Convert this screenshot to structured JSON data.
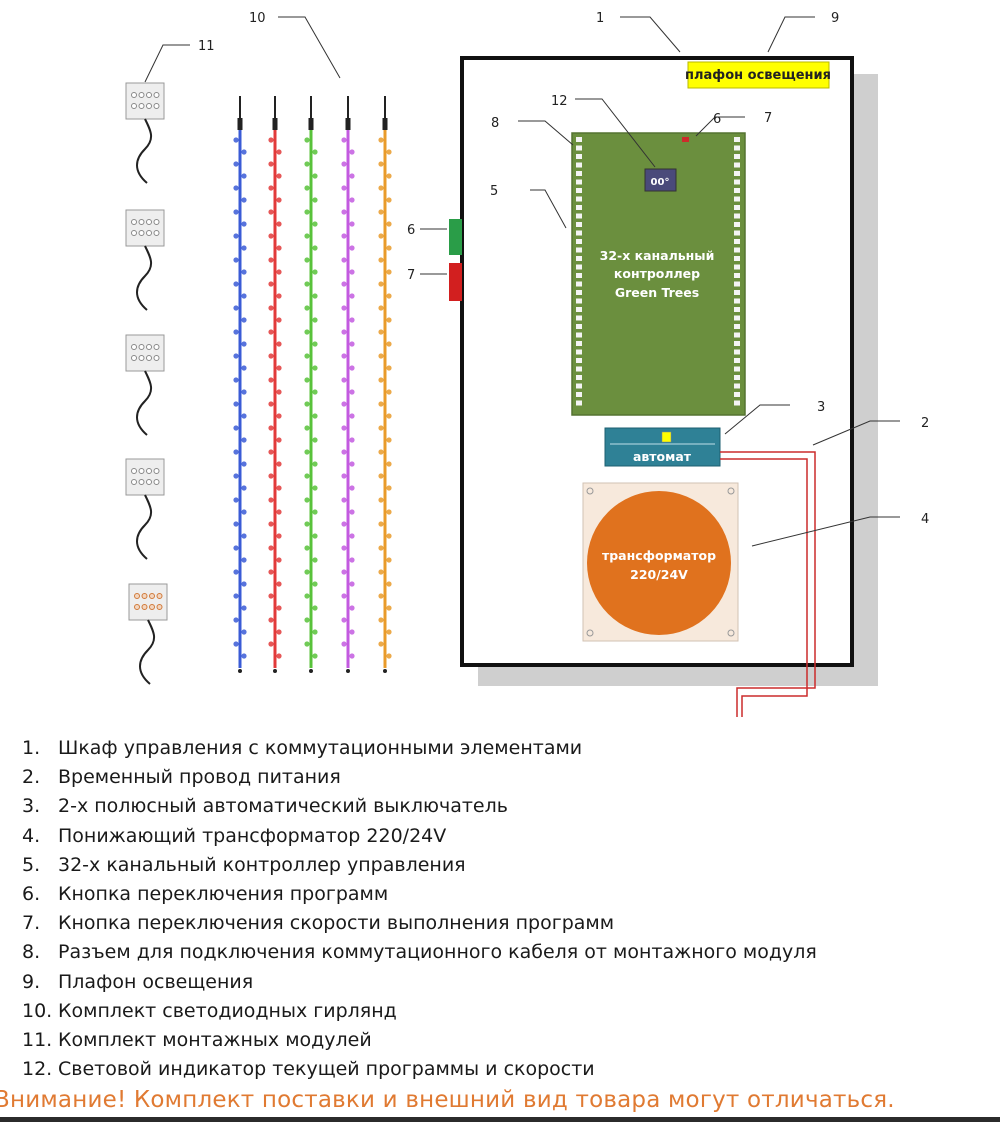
{
  "colors": {
    "controller": "#6b8f3e",
    "breaker": "#2f8196",
    "transformer_disc": "#e0721e",
    "transformer_plate": "#f7e9dc",
    "lamp_label_bg": "#ffff00",
    "button_green": "#2a9d48",
    "button_red": "#d21f1f",
    "power_wire": "#cc2b2b",
    "notice": "#e07a32"
  },
  "strip_colors": [
    "#3a5bd6",
    "#e23a3a",
    "#58c23a",
    "#c35ae0",
    "#e99b2a"
  ],
  "diagram": {
    "lamp_label": "плафон освещения",
    "controller_label": [
      "32-х канальный",
      "контроллер",
      "Green Trees"
    ],
    "indicator": "00°",
    "breaker_label": "автомат",
    "transformer_label": [
      "трансформатор",
      "220/24V"
    ],
    "callouts": [
      "1",
      "2",
      "3",
      "4",
      "5",
      "6",
      "7",
      "6",
      "7",
      "8",
      "9",
      "10",
      "11",
      "12"
    ]
  },
  "legend": [
    {
      "num": "1.",
      "text": "Шкаф управления с коммутационными элементами"
    },
    {
      "num": "2.",
      "text": "Временный провод питания"
    },
    {
      "num": "3.",
      "text": "2-х полюсный автоматический выключатель"
    },
    {
      "num": "4.",
      "text": "Понижающий трансформатор 220/24V"
    },
    {
      "num": "5.",
      "text": "32-х канальный контроллер управления"
    },
    {
      "num": "6.",
      "text": "Кнопка переключения программ"
    },
    {
      "num": "7.",
      "text": "Кнопка переключения скорости выполнения программ"
    },
    {
      "num": "8.",
      "text": "Разъем для подключения коммутационного кабеля от монтажного модуля"
    },
    {
      "num": "9.",
      "text": "Плафон освещения"
    },
    {
      "num": "10.",
      "text": "Комплект светодиодных гирлянд"
    },
    {
      "num": "11.",
      "text": "Комплект монтажных модулей"
    },
    {
      "num": "12.",
      "text": "Световой индикатор текущей программы и скорости"
    }
  ],
  "notice": "Внимание! Комплект поставки и внешний вид товара могут отличаться."
}
